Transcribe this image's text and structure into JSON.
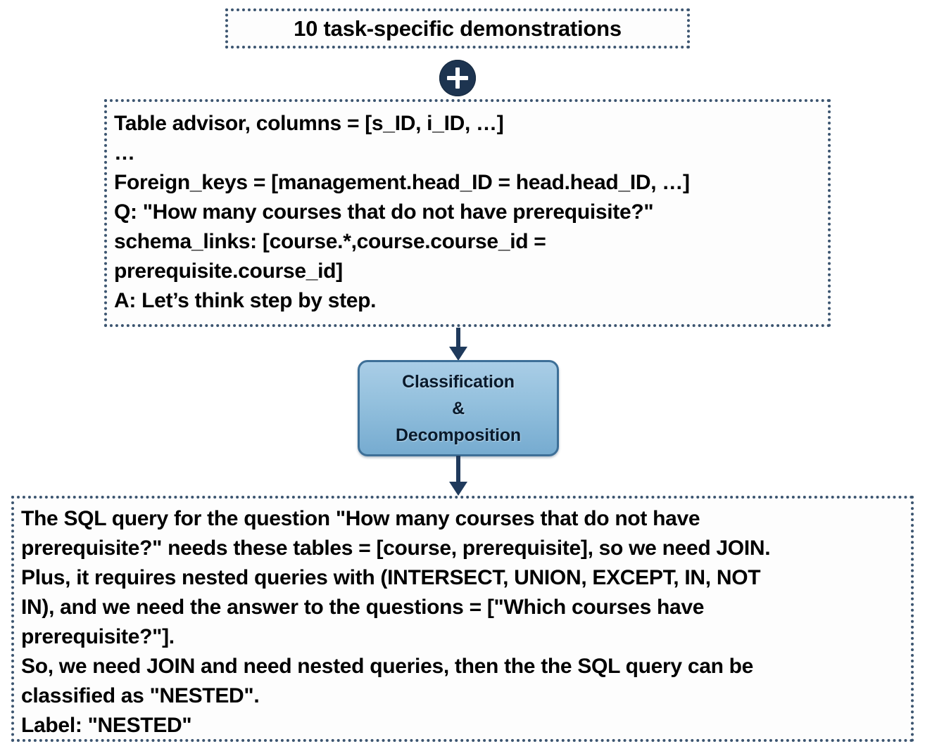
{
  "diagram": {
    "title": "Classification & Decomposition prompting flow",
    "colors": {
      "dotted_border": "#3c5570",
      "arrow": "#1f3a5c",
      "plus_badge": "#1d3450",
      "classify_fill_top": "#a9cde6",
      "classify_fill_bottom": "#76abd0",
      "classify_border": "#3d6f97",
      "text": "#000000",
      "background": "#ffffff"
    }
  },
  "demo_box": {
    "headline": "10 task-specific demonstrations"
  },
  "plus_badge": {
    "symbol": "+",
    "icon": "plus-circle-icon"
  },
  "prompt_box": {
    "lines": [
      "Table advisor, columns = [s_ID, i_ID, …]",
      "…",
      "Foreign_keys = [management.head_ID = head.head_ID, …]",
      "Q: \"How many courses that do not have prerequisite?\"",
      "schema_links: [course.*,course.course_id =",
      "prerequisite.course_id]",
      "A: Let’s think step by step."
    ]
  },
  "arrows": {
    "top": "arrow-down-icon",
    "bottom": "arrow-down-icon"
  },
  "classify_box": {
    "lines": [
      "Classification",
      "&",
      "Decomposition"
    ]
  },
  "output_box": {
    "lines": [
      "The SQL query for the question \"How many courses that do not have",
      "prerequisite?\" needs these tables = [course, prerequisite], so we need JOIN.",
      "Plus, it requires nested queries with (INTERSECT, UNION, EXCEPT, IN, NOT",
      "IN), and we need the answer to the questions = [\"Which courses have",
      "prerequisite?\"].",
      "So, we need JOIN and need nested queries, then the the SQL query can be",
      "classified as \"NESTED\".",
      "Label: \"NESTED\""
    ]
  }
}
